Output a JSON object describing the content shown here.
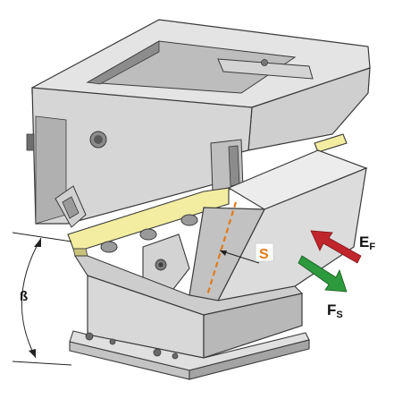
{
  "labels": {
    "beta": "ß",
    "s": "S",
    "e_main": "E",
    "e_sub": "F",
    "f_main": "F",
    "f_sub": "S"
  },
  "colors": {
    "background": "#ffffff",
    "metal_light": "#e4e4e4",
    "metal_mid": "#cfcfcf",
    "metal_dark": "#a8a8a8",
    "metal_darker": "#8c8c8c",
    "edge": "#3a3a3a",
    "slide_plate": "#f2eda0",
    "section_line": "#e07a1a",
    "s_label": "#e07a1a",
    "arrow_e": "#c0262c",
    "arrow_f": "#2e9a3e",
    "dimension_line": "#222222"
  },
  "icons": {
    "arrow_e": "red-force-arrow-icon",
    "arrow_f": "green-force-arrow-icon"
  }
}
